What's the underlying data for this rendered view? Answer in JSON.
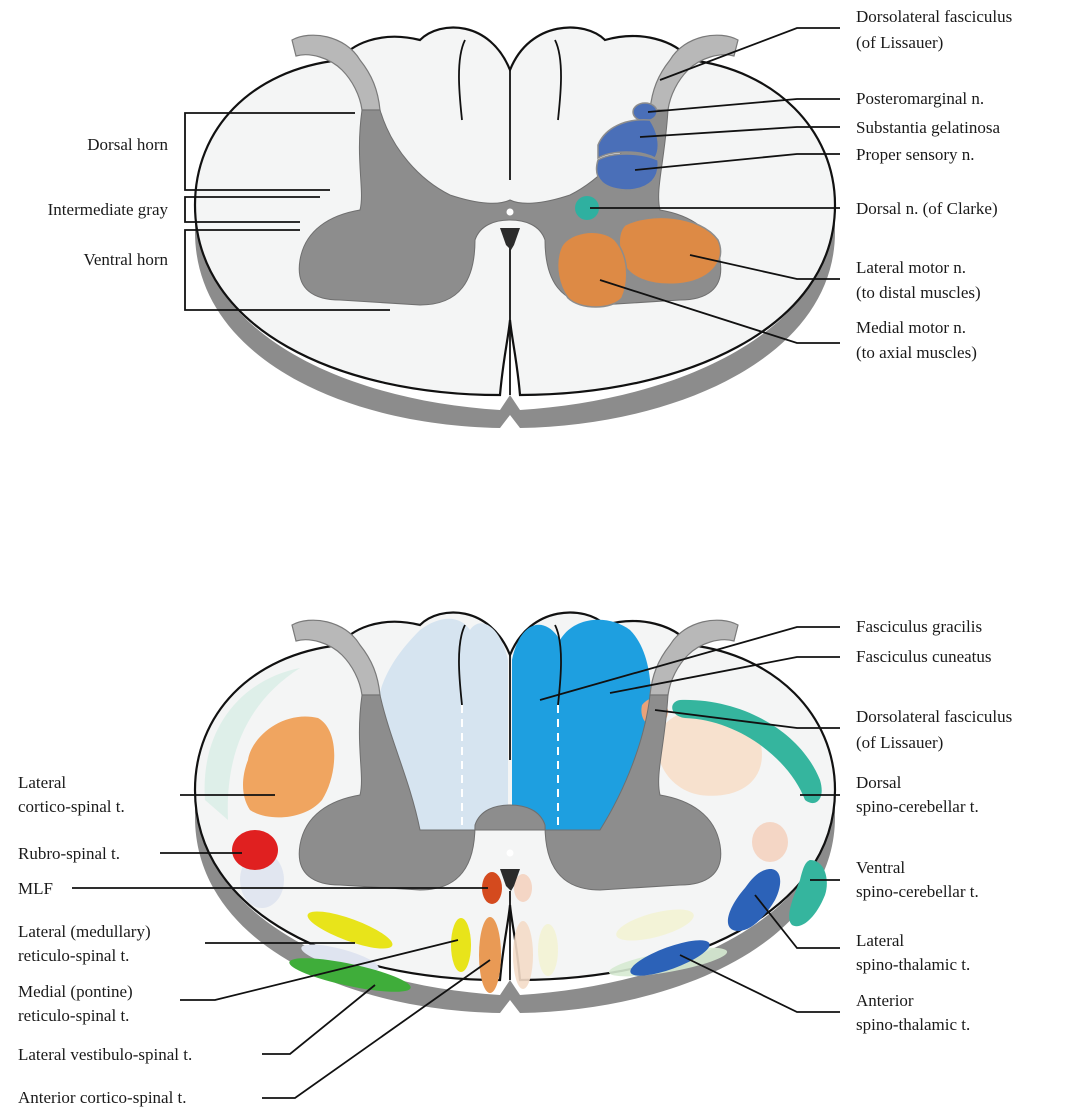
{
  "top_panel": {
    "labels_left": {
      "dorsal_horn": "Dorsal horn",
      "intermediate_gray": "Intermediate gray",
      "ventral_horn": "Ventral horn"
    },
    "labels_right": {
      "dorsolateral_fasciculus_1": "Dorsolateral fasciculus",
      "dorsolateral_fasciculus_2": "(of Lissauer)",
      "posteromarginal": "Posteromarginal n.",
      "substantia_gelatinosa": "Substantia gelatinosa",
      "proper_sensory": "Proper sensory n.",
      "dorsal_clarke": "Dorsal n. (of Clarke)",
      "lateral_motor_1": "Lateral motor n.",
      "lateral_motor_2": "(to distal muscles)",
      "medial_motor_1": "Medial motor n.",
      "medial_motor_2": "(to axial muscles)"
    }
  },
  "bottom_panel": {
    "labels_right": {
      "fasciculus_gracilis": "Fasciculus gracilis",
      "fasciculus_cuneatus": "Fasciculus cuneatus",
      "dorsolateral_fasciculus_1": "Dorsolateral fasciculus",
      "dorsolateral_fasciculus_2": "(of Lissauer)",
      "dorsal_spinocerebellar_1": "Dorsal",
      "dorsal_spinocerebellar_2": "spino-cerebellar t.",
      "ventral_spinocerebellar_1": "Ventral",
      "ventral_spinocerebellar_2": "spino-cerebellar t.",
      "lateral_spinothalamic_1": "Lateral",
      "lateral_spinothalamic_2": "spino-thalamic t.",
      "anterior_spinothalamic_1": "Anterior",
      "anterior_spinothalamic_2": "spino-thalamic t."
    },
    "labels_left": {
      "lateral_corticospinal_1": "Lateral",
      "lateral_corticospinal_2": "cortico-spinal t.",
      "rubrospinal": "Rubro-spinal t.",
      "mlf": "MLF",
      "lateral_reticulospinal_1": "Lateral (medullary)",
      "lateral_reticulospinal_2": "reticulo-spinal t.",
      "medial_reticulospinal_1": "Medial (pontine)",
      "medial_reticulospinal_2": "reticulo-spinal t.",
      "lateral_vestibulospinal": "Lateral vestibulo-spinal t.",
      "anterior_corticospinal": "Anterior cortico-spinal t."
    }
  },
  "colors": {
    "gray_matter": "#8d8d8d",
    "white_matter": "#f4f5f5",
    "sensory_blue": "#4a6fb8",
    "clarke_teal": "#2fb0a0",
    "motor_orange": "#dd8a45",
    "gracilis_blue": "#d6e4f0",
    "cuneatus_blue": "#1e9fe0",
    "rubrospinal_red": "#e02020",
    "mlf_red": "#d44a1e",
    "reticulospinal_yellow": "#e8e41a",
    "vestibulospinal_green": "#3fad3a",
    "spinocerebellar_teal": "#35b59e",
    "spinothalamic_blue": "#2c62b8"
  }
}
